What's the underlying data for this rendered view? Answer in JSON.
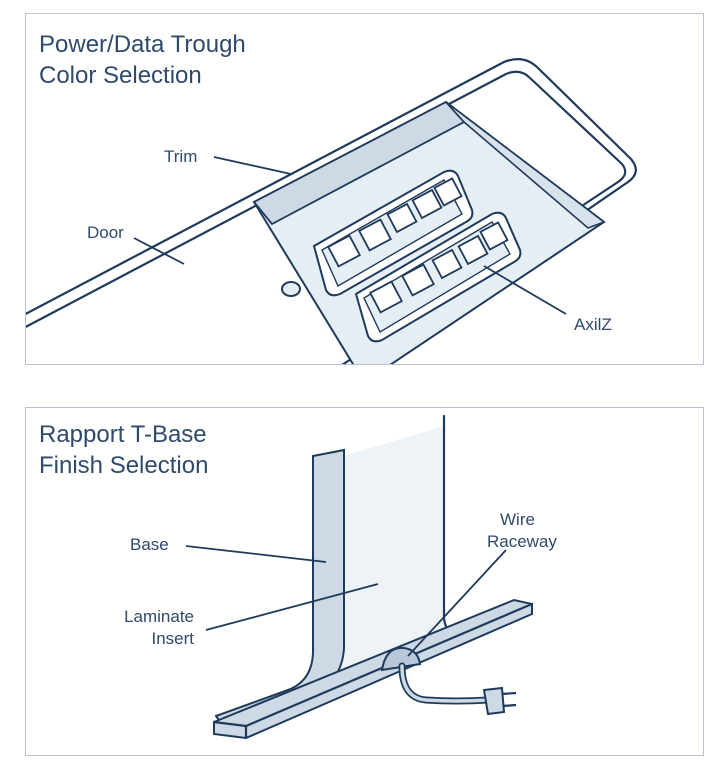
{
  "panels": {
    "trough": {
      "title_line1": "Power/Data Trough",
      "title_line2": "Color Selection",
      "labels": {
        "trim": "Trim",
        "door": "Door",
        "axilz": "AxilZ"
      }
    },
    "tbase": {
      "title_line1": "Rapport T-Base",
      "title_line2": "Finish Selection",
      "labels": {
        "base": "Base",
        "laminate_line1": "Laminate",
        "laminate_line2": "Insert",
        "wire_line1": "Wire",
        "wire_line2": "Raceway"
      }
    }
  },
  "colors": {
    "ink": "#1f3a5a",
    "text": "#2f4a6b",
    "fill_light": "#e6eef5",
    "fill_mid": "#cdd9e4",
    "border": "#b8c3cf"
  }
}
